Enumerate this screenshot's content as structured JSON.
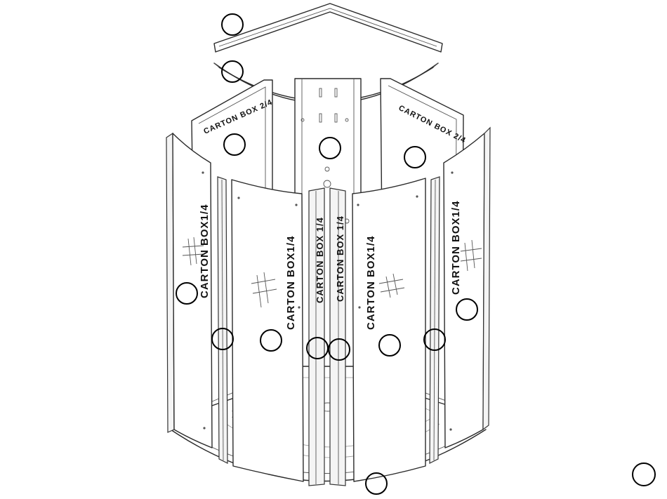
{
  "labels": {
    "box_2_4": "CARTON  BOX 2/4",
    "box_1_4_spaced": "CARTON  BOX1/4",
    "box_1_4_compact": "CARTON BOX 1/4"
  }
}
